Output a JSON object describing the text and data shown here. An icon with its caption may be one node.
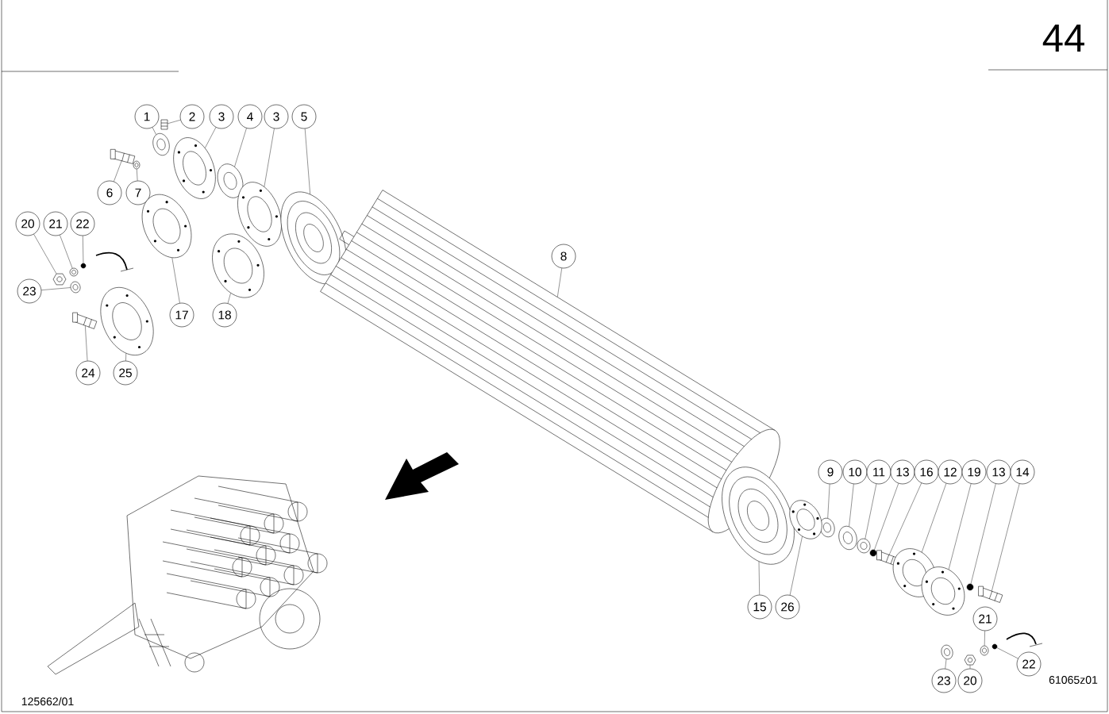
{
  "diagram": {
    "nodes": [
      {
        "text": [
          "1"
        ]
      },
      {
        "text": [
          "2"
        ]
      },
      {
        "text": [
          "3"
        ]
      },
      {
        "text": [
          "4"
        ]
      },
      {
        "text": [
          "3"
        ]
      },
      {
        "text": [
          "5"
        ]
      },
      {
        "text": [
          "6"
        ]
      },
      {
        "text": [
          "7"
        ]
      },
      {
        "text": [
          "20"
        ]
      },
      {
        "text": [
          "21"
        ]
      },
      {
        "text": [
          "22"
        ]
      },
      {
        "text": [
          "23"
        ]
      },
      {
        "text": [
          "17"
        ]
      },
      {
        "text": [
          "18"
        ]
      },
      {
        "text": [
          "24"
        ]
      },
      {
        "text": [
          "25"
        ]
      },
      {
        "text": [
          "8"
        ]
      },
      {
        "text": [
          "9"
        ]
      },
      {
        "text": [
          "10"
        ]
      },
      {
        "text": [
          "11"
        ]
      },
      {
        "text": [
          "13"
        ]
      },
      {
        "text": [
          "16"
        ]
      },
      {
        "text": [
          "12"
        ]
      },
      {
        "text": [
          "19"
        ]
      },
      {
        "text": [
          "13"
        ]
      },
      {
        "text": [
          "14"
        ]
      },
      {
        "text": [
          "15"
        ]
      },
      {
        "text": [
          "26"
        ]
      },
      {
        "text": [
          "21"
        ]
      },
      {
        "text": [
          "22"
        ]
      },
      {
        "text": [
          "23"
        ]
      },
      {
        "text": [
          "20"
        ]
      },
      {
        "text": [],
        "shape": "picture"
      },
      {
        "text": [],
        "shape": "picture"
      },
      {
        "text": [],
        "shape": "picture"
      },
      {
        "text": [],
        "shape": "picture"
      },
      {
        "text": [],
        "shape": "picture"
      },
      {
        "text": [],
        "shape": "picture"
      },
      {
        "text": [],
        "shape": "picture"
      },
      {
        "text": [],
        "shape": "picture"
      },
      {
        "text": [],
        "shape": "picture"
      },
      {
        "text": [],
        "shape": "picture"
      },
      {
        "text": [],
        "shape": "circle"
      },
      {
        "text": [],
        "shape": "picture"
      },
      {
        "text": [],
        "shape": "picture"
      },
      {
        "text": [],
        "shape": "picture"
      },
      {
        "text": [],
        "shape": "picture"
      },
      {
        "text": [],
        "shape": "picture"
      },
      {
        "text": [],
        "shape": "picture"
      },
      {
        "text": [],
        "shape": "picture"
      },
      {
        "text": [],
        "shape": "picture"
      },
      {
        "text": [],
        "shape": "picture"
      },
      {
        "text": [],
        "shape": "circle"
      },
      {
        "text": [],
        "shape": "picture"
      },
      {
        "text": [],
        "shape": "picture"
      },
      {
        "text": [],
        "shape": "picture"
      },
      {
        "text": [],
        "shape": "circle"
      },
      {
        "text": [],
        "shape": "picture"
      },
      {
        "text": [],
        "shape": "picture"
      },
      {
        "text": [],
        "shape": "picture"
      },
      {
        "text": [],
        "shape": "picture"
      },
      {
        "text": [],
        "shape": "circle"
      },
      {
        "text": [],
        "shape": "picture"
      },
      {
        "text": [],
        "shape": "picture"
      }
    ],
    "edges": [
      {
        "from": 0,
        "to": 32,
        "arrow": "none"
      },
      {
        "from": 1,
        "to": 33,
        "arrow": "none"
      },
      {
        "from": 2,
        "to": 34,
        "arrow": "none"
      },
      {
        "from": 3,
        "to": 35,
        "arrow": "none"
      },
      {
        "from": 4,
        "to": 36,
        "arrow": "none"
      },
      {
        "from": 5,
        "to": 37,
        "arrow": "none"
      },
      {
        "from": 6,
        "to": 38,
        "arrow": "none"
      },
      {
        "from": 7,
        "to": 39,
        "arrow": "none"
      },
      {
        "from": 8,
        "to": 40,
        "arrow": "none"
      },
      {
        "from": 9,
        "to": 41,
        "arrow": "none"
      },
      {
        "from": 10,
        "to": 42,
        "arrow": "none"
      },
      {
        "from": 11,
        "to": 43,
        "arrow": "none"
      },
      {
        "from": 12,
        "to": 44,
        "arrow": "none"
      },
      {
        "from": 13,
        "to": 45,
        "arrow": "none"
      },
      {
        "from": 14,
        "to": 46,
        "arrow": "none"
      },
      {
        "from": 15,
        "to": 47,
        "arrow": "none"
      },
      {
        "from": 16,
        "to": 48,
        "arrow": "none"
      },
      {
        "from": 17,
        "to": 49,
        "arrow": "none"
      },
      {
        "from": 18,
        "to": 50,
        "arrow": "none"
      },
      {
        "from": 19,
        "to": 51,
        "arrow": "none"
      },
      {
        "from": 20,
        "to": 52,
        "arrow": "none"
      },
      {
        "from": 21,
        "to": 53,
        "arrow": "none"
      },
      {
        "from": 22,
        "to": 54,
        "arrow": "none"
      },
      {
        "from": 23,
        "to": 55,
        "arrow": "none"
      },
      {
        "from": 24,
        "to": 56,
        "arrow": "none"
      },
      {
        "from": 25,
        "to": 57,
        "arrow": "none"
      },
      {
        "from": 26,
        "to": 58,
        "arrow": "none"
      },
      {
        "from": 27,
        "to": 59,
        "arrow": "none"
      },
      {
        "from": 28,
        "to": 60,
        "arrow": "none"
      },
      {
        "from": 29,
        "to": 61,
        "arrow": "none"
      },
      {
        "from": 30,
        "to": 62,
        "arrow": "none"
      },
      {
        "from": 31,
        "to": 63,
        "arrow": "none"
      }
    ],
    "labels": [
      "44",
      "125662/01",
      "61065z01"
    ]
  }
}
